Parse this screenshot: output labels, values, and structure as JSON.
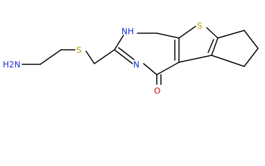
{
  "structure": {
    "atoms": {
      "amine": "H2N",
      "thioether_sulfur": "S",
      "ring_nh": "NH",
      "ring_n": "N",
      "thiophene_sulfur": "S",
      "carbonyl_oxygen": "O"
    },
    "colors": {
      "bonds": "#000000",
      "background": "#ffffff",
      "sulfur": "#b8a100",
      "nitrogen": "#1a2fd6",
      "oxygen": "#d01010"
    }
  }
}
